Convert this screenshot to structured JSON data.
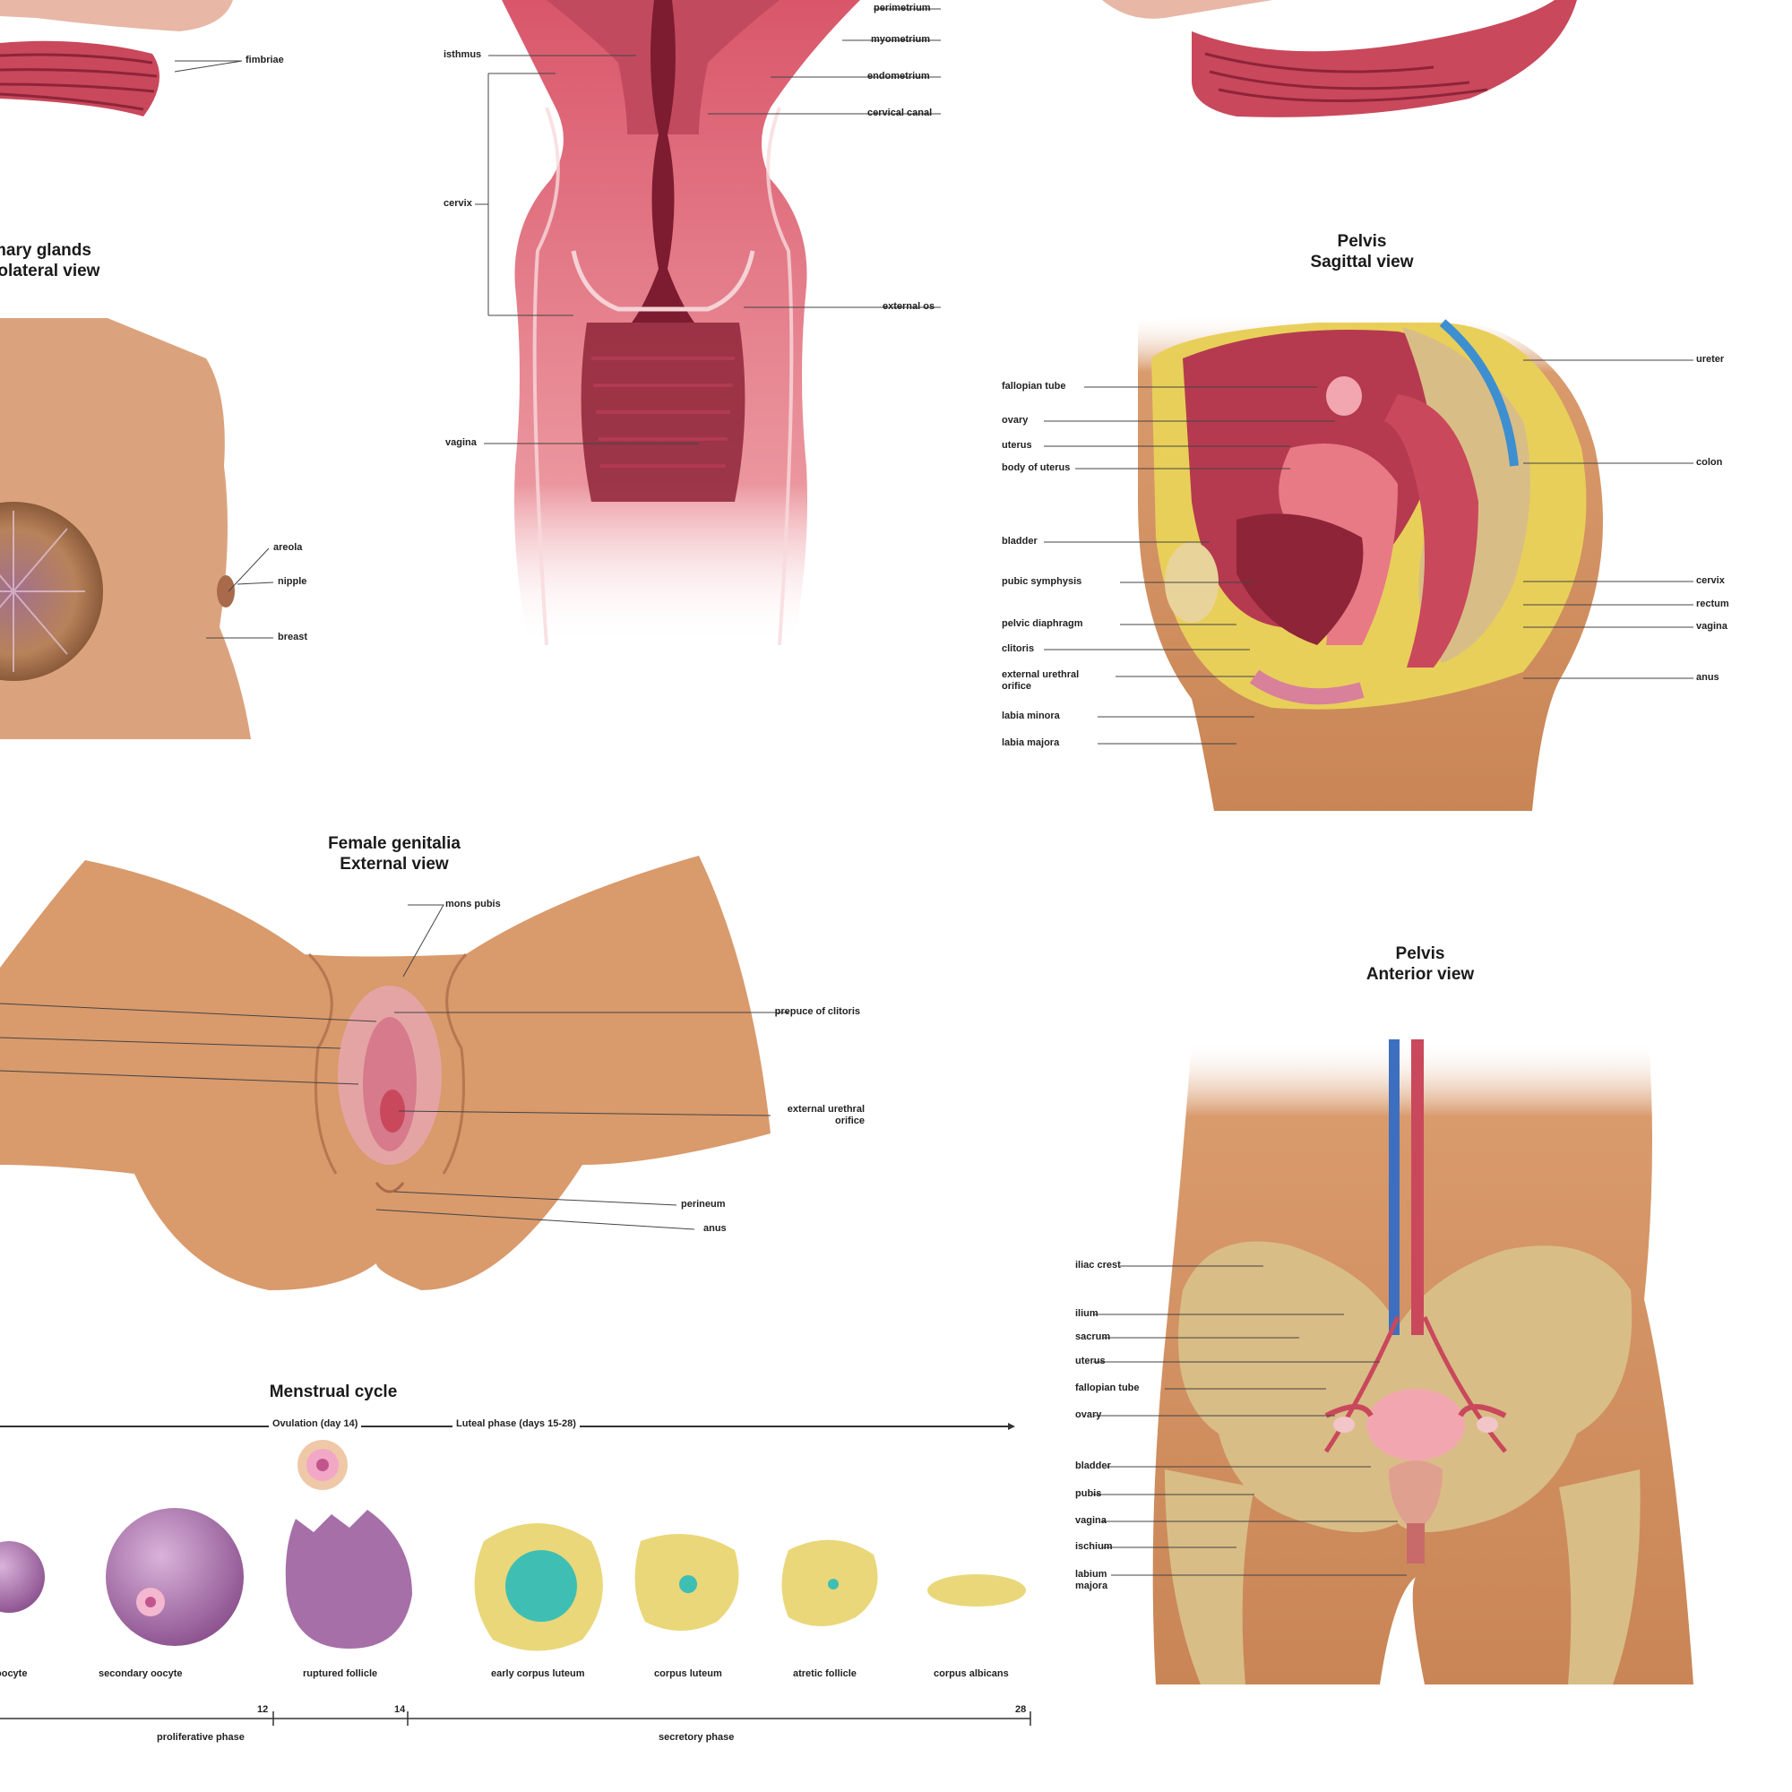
{
  "uterus_section": {
    "labels": {
      "perimetrium": "perimetrium",
      "myometrium": "myometrium",
      "endometrium": "endometrium",
      "cervical_canal": "cervical canal",
      "isthmus": "isthmus",
      "cervix": "cervix",
      "external_os": "external os",
      "vagina": "vagina"
    }
  },
  "ovary_top_left": {
    "labels": {
      "fimbriae": "fimbriae"
    }
  },
  "mammary": {
    "title_line1": "mary glands",
    "title_line2": "rolateral view",
    "labels": {
      "areola": "areola",
      "nipple": "nipple",
      "breast": "breast"
    }
  },
  "pelvis_sagittal": {
    "title_line1": "Pelvis",
    "title_line2": "Sagittal view",
    "labels": {
      "fallopian_tube": "fallopian tube",
      "ovary": "ovary",
      "uterus": "uterus",
      "body_of_uterus": "body of uterus",
      "bladder": "bladder",
      "pubic_symphysis": "pubic symphysis",
      "pelvic_diaphragm": "pelvic diaphragm",
      "clitoris": "clitoris",
      "external_urethral_orifice": "external urethral orifice",
      "labia_minora": "labia minora",
      "labia_majora": "labia majora",
      "ureter": "ureter",
      "colon": "colon",
      "cervix": "cervix",
      "rectum": "rectum",
      "vagina": "vagina",
      "anus": "anus"
    }
  },
  "genitalia_external": {
    "title_line1": "Female genitalia",
    "title_line2": "External view",
    "labels": {
      "mons_pubis": "mons pubis",
      "prepuce_of_clitoris": "prepuce of clitoris",
      "external_urethral_orifice": "external urethral orifice",
      "perineum": "perineum",
      "anus": "anus"
    }
  },
  "pelvis_anterior": {
    "title_line1": "Pelvis",
    "title_line2": "Anterior view",
    "labels": {
      "iliac_crest": "iliac crest",
      "ilium": "ilium",
      "sacrum": "sacrum",
      "uterus": "uterus",
      "fallopian_tube": "fallopian tube",
      "ovary": "ovary",
      "bladder": "bladder",
      "pubis": "pubis",
      "vagina": "vagina",
      "ischium": "ischium",
      "labium_majora": "labium majora"
    }
  },
  "menstrual_cycle": {
    "title": "Menstrual cycle",
    "ovulation": "Ovulation (day 14)",
    "luteal": "Luteal phase (days 15-28)",
    "stages": [
      "oocyte",
      "secondary oocyte",
      "ruptured follicle",
      "early corpus luteum",
      "corpus luteum",
      "atretic follicle",
      "corpus albicans"
    ],
    "days": [
      "12",
      "14",
      "28"
    ],
    "phases": [
      "proliferative phase",
      "secretory phase"
    ]
  },
  "colors": {
    "skin": "#d99a6c",
    "skin_dark": "#c07a4e",
    "muscle": "#d9566a",
    "mucosa": "#8e2438",
    "bone": "#d9bd86",
    "fat": "#e8cf5a",
    "follicle_purple": "#a66fa8",
    "follicle_yellow": "#e9d77a",
    "teal": "#3fbfb4"
  }
}
